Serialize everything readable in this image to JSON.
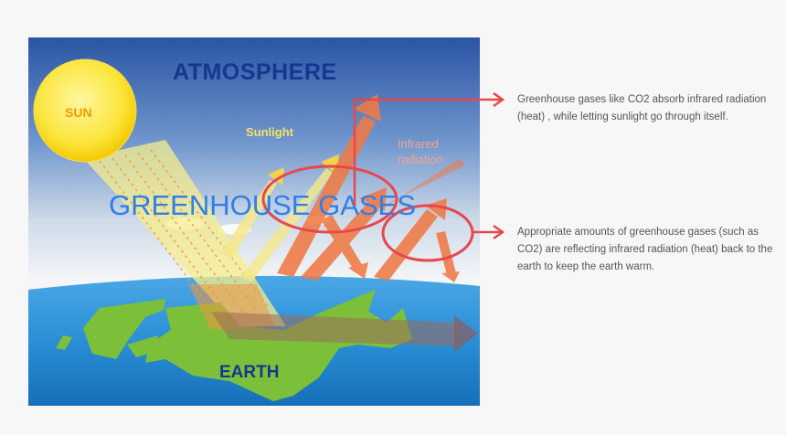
{
  "diagram": {
    "atmosphere_label": "ATMOSPHERE",
    "sun_label": "SUN",
    "sunlight_label": "Sunlight",
    "infrared_label": "Infrared radiation",
    "gases_label": "GREENHOUSE GASES",
    "earth_label": "EARTH"
  },
  "notes": {
    "absorb": "Greenhouse gases like CO2 absorb infrared radiation (heat) , while letting sunlight go through itself.",
    "reflect": "Appropriate amounts of greenhouse gases (such as CO2) are reflecting infrared radiation (heat) back to the earth to keep the earth warm."
  },
  "colors": {
    "callout_red": "#e8474c",
    "sun_yellow": "#f9e23a",
    "infrared_orange": "#ef7a45",
    "land_green": "#7cc03a",
    "ocean_blue": "#2a8fd6"
  }
}
